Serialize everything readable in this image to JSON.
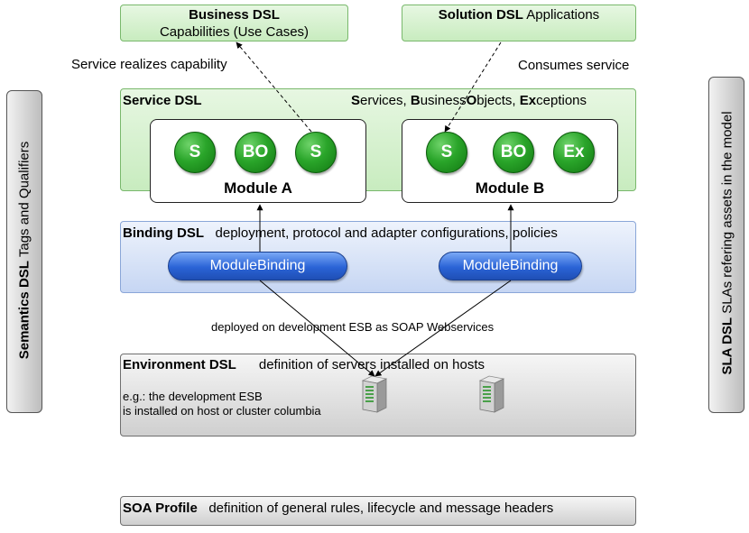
{
  "business_dsl": {
    "title": "Business DSL",
    "subtitle": "Capabilities (Use Cases)"
  },
  "solution_dsl": {
    "title": "Solution DSL",
    "suffix": " Applications"
  },
  "annotations": {
    "realizes": "Service realizes capability",
    "consumes": "Consumes service",
    "deployed": "deployed on development ESB  as SOAP Webservices"
  },
  "service_dsl": {
    "title": "Service DSL",
    "legend": [
      {
        "bold": "S",
        "rest": "ervices, "
      },
      {
        "bold": "B",
        "rest": "usiness"
      },
      {
        "bold": "O",
        "rest": "bjects, "
      },
      {
        "bold": "Ex",
        "rest": "ceptions"
      }
    ]
  },
  "modules": [
    {
      "label": "Module  A",
      "circles": [
        "S",
        "BO",
        "S"
      ]
    },
    {
      "label": "Module B",
      "circles": [
        "S",
        "BO",
        "Ex"
      ]
    }
  ],
  "binding_dsl": {
    "title": "Binding DSL",
    "description": "deployment, protocol and adapter configurations, policies",
    "bindings": [
      "ModuleBinding",
      "ModuleBinding"
    ]
  },
  "environment_dsl": {
    "title": "Environment DSL",
    "description": "definition of servers installed on hosts",
    "example_line1": "e.g.: the development ESB",
    "example_line2": "is installed on host or cluster columbia"
  },
  "soa_profile": {
    "title": "SOA Profile",
    "description": "definition of general rules, lifecycle and message headers"
  },
  "semantics_dsl": {
    "title": "Semantics DSL",
    "suffix": " Tags and Qualifiers"
  },
  "sla_dsl": {
    "title": "SLA DSL",
    "suffix": "   SLAs refering assets in the model"
  },
  "colors": {
    "green_fill": "#c8ecbf",
    "blue_fill": "#c6d6f3",
    "gray_fill": "#cfcfcf",
    "circle_green": "#2aa52a",
    "pill_blue": "#2a63d6"
  },
  "icons": [
    "server-icon",
    "server-icon"
  ]
}
